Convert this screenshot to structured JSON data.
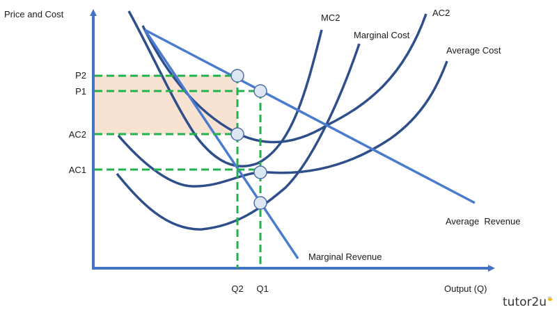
{
  "chart_data": {
    "type": "line",
    "ylabel": "Price and Cost",
    "xlabel": "Output (Q)",
    "y_ticks": [
      "P2",
      "P1",
      "AC2",
      "AC1"
    ],
    "x_ticks": [
      "Q2",
      "Q1"
    ],
    "series": [
      {
        "name": "MC2"
      },
      {
        "name": "Marginal Cost"
      },
      {
        "name": "AC2"
      },
      {
        "name": "Average Cost"
      },
      {
        "name": "Average  Revenue"
      },
      {
        "name": "Marginal Revenue"
      }
    ],
    "shaded_region": "P2 to AC2 between y-axis and Q2"
  },
  "brand": "tutor2u",
  "colors": {
    "axis": "#4472c4",
    "cost_curves": "#2e4f8a",
    "revenue_curves": "#4a7bd0",
    "guides": "#22b14c",
    "shade": "#f8e3d3",
    "point_fill": "#dde6f3"
  }
}
